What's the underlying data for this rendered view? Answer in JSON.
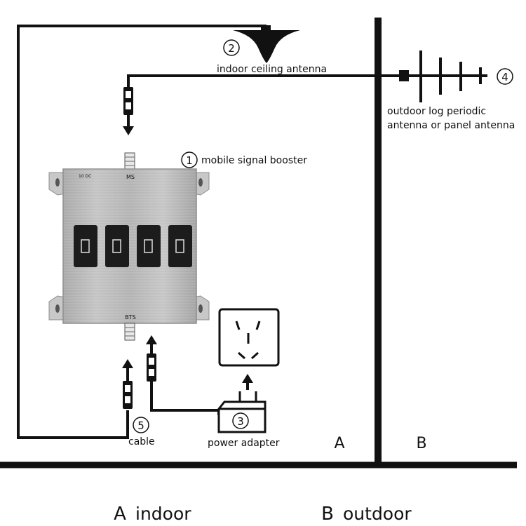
{
  "components": {
    "booster": {
      "number": "1",
      "label": "mobile signal booster",
      "port_top": "MS",
      "port_bottom": "BTS",
      "corner_mark": "10 DC"
    },
    "indoor_antenna": {
      "number": "2",
      "label": "indoor ceiling antenna"
    },
    "power_adapter": {
      "number": "3",
      "label": "power adapter"
    },
    "outdoor_antenna": {
      "number": "4",
      "label_line1": "outdoor log periodic",
      "label_line2": "antenna or panel antenna"
    },
    "cable": {
      "number": "5",
      "label": "cable"
    }
  },
  "zones": {
    "a_letter": "A",
    "b_letter": "B"
  },
  "legend": {
    "a_letter": "A",
    "a_text": "indoor",
    "b_letter": "B",
    "b_text": "outdoor"
  },
  "colors": {
    "line": "#111111",
    "booster_face": "#b9b9b9",
    "booster_edge": "#8a8a8a",
    "window": "#1c1c1c"
  }
}
